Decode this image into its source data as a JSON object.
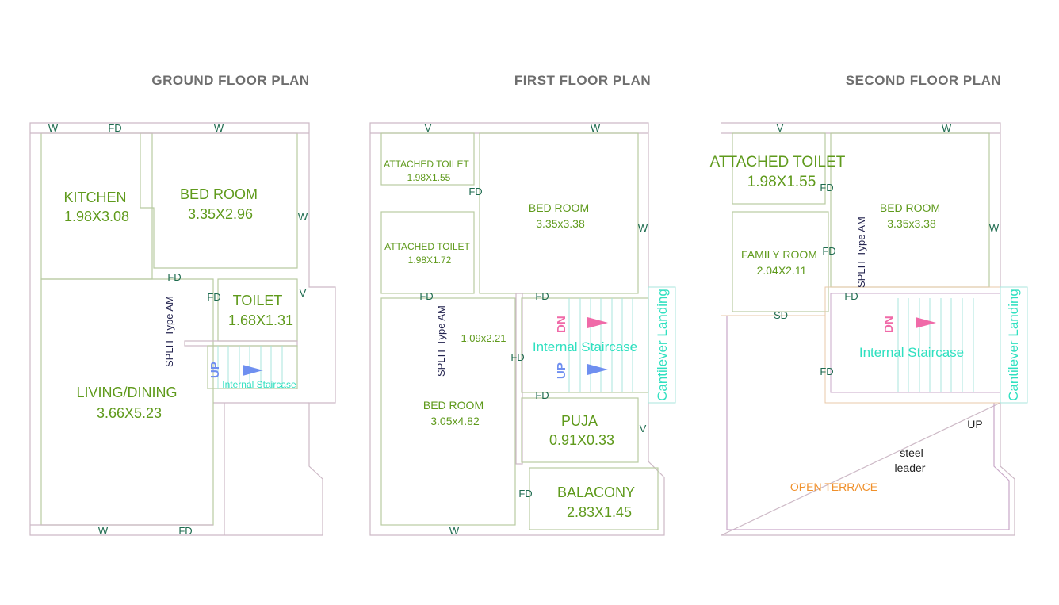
{
  "plans": {
    "ground": {
      "title": "GROUND FLOOR PLAN",
      "kitchen": {
        "name": "KITCHEN",
        "size": "1.98X3.08"
      },
      "bedroom": {
        "name": "BED ROOM",
        "size": "3.35X2.96"
      },
      "toilet": {
        "name": "TOILET",
        "size": "1.68X1.31"
      },
      "living": {
        "name": "LIVING/DINING",
        "size": "3.66X5.23"
      },
      "ac": "SPLIT Type AM",
      "stair": "Internal Staircase",
      "up": "UP",
      "w": "W",
      "fd": "FD",
      "v": "V"
    },
    "first": {
      "title": "FIRST FLOOR PLAN",
      "toilet1": {
        "name": "ATTACHED TOILET",
        "size": "1.98X1.55"
      },
      "toilet2": {
        "name": "ATTACHED TOILET",
        "size": "1.98X1.72"
      },
      "bedroom1": {
        "name": "BED ROOM",
        "size": "3.35x3.38"
      },
      "bedroom2": {
        "name": "BED ROOM",
        "size": "3.05x4.82"
      },
      "extra_size": "1.09x2.21",
      "puja": {
        "name": "PUJA",
        "size": "0.91X0.33"
      },
      "balcony": {
        "name": "BALACONY",
        "size": "2.83X1.45"
      },
      "ac": "SPLIT Type AM",
      "stair": "Internal Staircase",
      "cantilever": "Cantilever Landing",
      "up": "UP",
      "dn": "DN",
      "w": "W",
      "fd": "FD",
      "v": "V"
    },
    "second": {
      "title": "SECOND FLOOR PLAN",
      "toilet": {
        "name": "ATTACHED TOILET",
        "size": "1.98X1.55"
      },
      "family": {
        "name": "FAMILY ROOM",
        "size": "2.04X2.11"
      },
      "bedroom": {
        "name": "BED ROOM",
        "size": "3.35x3.38"
      },
      "ac": "SPLIT Type AM",
      "stair": "Internal Staircase",
      "cantilever": "Cantilever Landing",
      "dn": "DN",
      "up": "UP",
      "steel": "steel",
      "leader": "leader",
      "terrace": "OPEN TERRACE",
      "sd": "SD",
      "w": "W",
      "fd": "FD",
      "v": "V"
    }
  },
  "colors": {
    "room_text": "#5f9a1c",
    "openings": "#1e6b4f",
    "stair": "#2fe0c0",
    "up": "#6f8ff0",
    "dn": "#f06aa8",
    "terrace": "#f0902a"
  }
}
